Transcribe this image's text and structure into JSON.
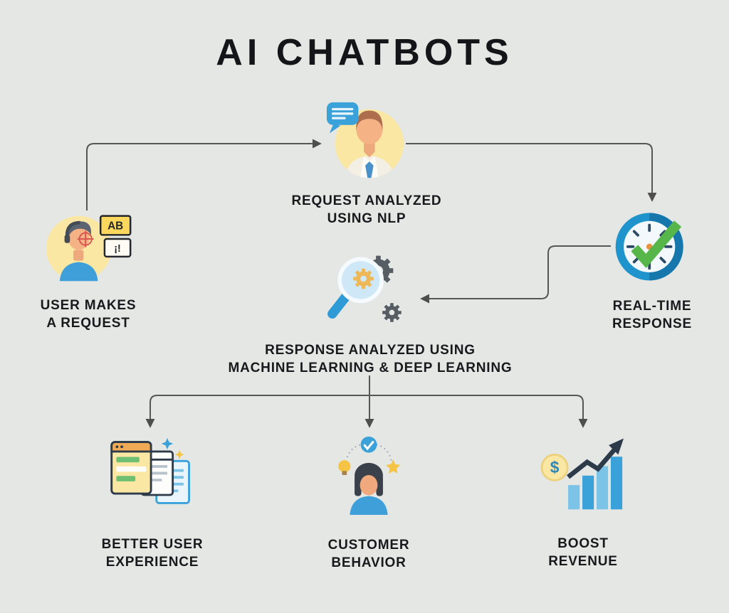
{
  "title": "AI CHATBOTS",
  "colors": {
    "background": "#e5e7e5",
    "text": "#17191c",
    "arrow": "#555555",
    "accent_yellow": "#fbe7a4",
    "accent_blue": "#3ba1d9",
    "accent_green": "#57b649"
  },
  "nodes": {
    "user_request": {
      "label": "USER MAKES\nA REQUEST",
      "icon": "user-with-speech-boxes-icon",
      "bubble_text_1": "AB",
      "bubble_text_2": "¡!"
    },
    "nlp": {
      "label": "REQUEST ANALYZED\nUSING NLP",
      "icon": "chatbot-agent-icon"
    },
    "realtime": {
      "label": "REAL-TIME\nRESPONSE",
      "icon": "clock-checkmark-icon"
    },
    "ml": {
      "label": "RESPONSE ANALYZED USING\nMACHINE LEARNING & DEEP LEARNING",
      "icon": "magnifier-gears-icon"
    },
    "better_ux": {
      "label": "BETTER USER\nEXPERIENCE",
      "icon": "app-windows-icon"
    },
    "customer_behavior": {
      "label": "CUSTOMER\nBEHAVIOR",
      "icon": "customer-insights-icon"
    },
    "boost_revenue": {
      "label": "BOOST\nREVENUE",
      "icon": "growth-bar-chart-icon",
      "coin_text": "$"
    }
  }
}
